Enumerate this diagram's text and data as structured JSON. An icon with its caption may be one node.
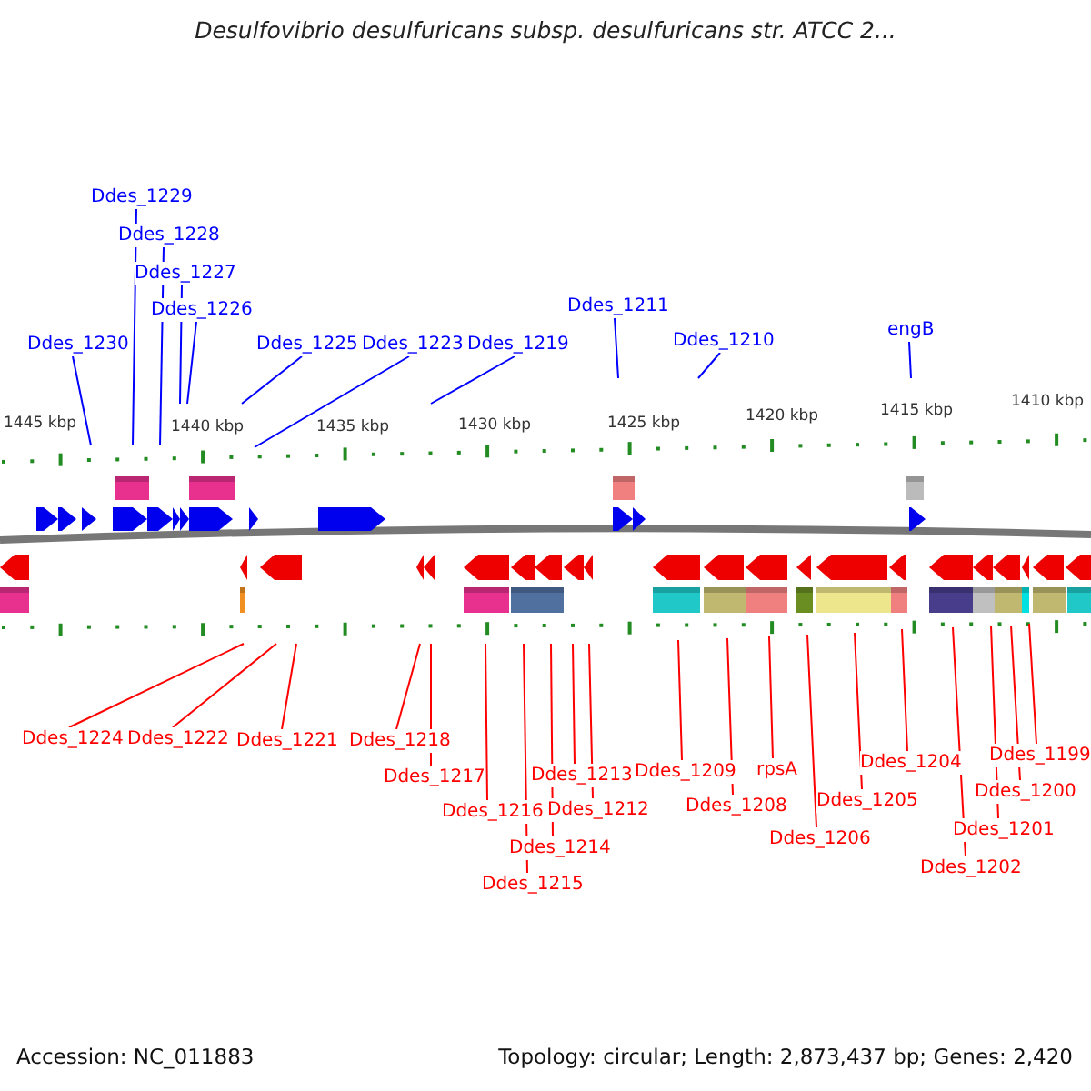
{
  "diagram": {
    "title": "Desulfovibrio desulfuricans subsp. desulfuricans str. ATCC 2...",
    "nodes": [
      {
        "text": [
          "Ddes_1229"
        ]
      },
      {
        "text": [
          "Ddes_1228"
        ]
      },
      {
        "text": [
          "Ddes_1227"
        ]
      },
      {
        "text": [
          "Ddes_1226"
        ]
      },
      {
        "text": [
          "Ddes_1230"
        ]
      },
      {
        "text": [
          "Ddes_1225"
        ]
      },
      {
        "text": [
          "Ddes_1223"
        ]
      },
      {
        "text": [
          "Ddes_1219"
        ]
      },
      {
        "text": [
          "Ddes_1211"
        ]
      },
      {
        "text": [
          "Ddes_1210"
        ]
      },
      {
        "text": [
          "engB"
        ]
      },
      {
        "text": [
          "Ddes_1224"
        ]
      },
      {
        "text": [
          "Ddes_1222"
        ]
      },
      {
        "text": [
          "Ddes_1221"
        ]
      },
      {
        "text": [
          "Ddes_1218"
        ]
      },
      {
        "text": [
          "Ddes_1217"
        ]
      },
      {
        "text": [
          "Ddes_1216"
        ]
      },
      {
        "text": [
          "Ddes_1215"
        ]
      },
      {
        "text": [
          "Ddes_1214"
        ]
      },
      {
        "text": [
          "Ddes_1213"
        ]
      },
      {
        "text": [
          "Ddes_1212"
        ]
      },
      {
        "text": [
          "Ddes_1209"
        ]
      },
      {
        "text": [
          "Ddes_1208"
        ]
      },
      {
        "text": [
          "rpsA"
        ]
      },
      {
        "text": [
          "Ddes_1206"
        ]
      },
      {
        "text": [
          "Ddes_1205"
        ]
      },
      {
        "text": [
          "Ddes_1204"
        ]
      },
      {
        "text": [
          "Ddes_1202"
        ]
      },
      {
        "text": [
          "Ddes_1201"
        ]
      },
      {
        "text": [
          "Ddes_1200"
        ]
      },
      {
        "text": [
          "Ddes_1199"
        ]
      }
    ],
    "edges": [
      {
        "from": 0,
        "to": null,
        "arrow": "none",
        "color": "#0000ff"
      },
      {
        "from": 1,
        "to": null,
        "arrow": "none",
        "color": "#0000ff"
      },
      {
        "from": 2,
        "to": null,
        "arrow": "none",
        "color": "#0000ff"
      },
      {
        "from": 3,
        "to": null,
        "arrow": "none",
        "color": "#0000ff"
      },
      {
        "from": 4,
        "to": null,
        "arrow": "none",
        "color": "#0000ff"
      },
      {
        "from": 5,
        "to": null,
        "arrow": "none",
        "color": "#0000ff"
      },
      {
        "from": 6,
        "to": null,
        "arrow": "none",
        "color": "#0000ff"
      },
      {
        "from": 7,
        "to": null,
        "arrow": "none",
        "color": "#0000ff"
      },
      {
        "from": 8,
        "to": null,
        "arrow": "none",
        "color": "#0000ff"
      },
      {
        "from": 9,
        "to": null,
        "arrow": "none",
        "color": "#0000ff"
      },
      {
        "from": 10,
        "to": null,
        "arrow": "none",
        "color": "#0000ff"
      },
      {
        "from": 11,
        "to": null,
        "arrow": "none"
      },
      {
        "from": 12,
        "to": null,
        "arrow": "none"
      },
      {
        "from": 13,
        "to": null,
        "arrow": "none"
      },
      {
        "from": 14,
        "to": null,
        "arrow": "none"
      },
      {
        "from": 15,
        "to": null,
        "arrow": "none"
      },
      {
        "from": 16,
        "to": null,
        "arrow": "none"
      },
      {
        "from": 17,
        "to": null,
        "arrow": "none"
      },
      {
        "from": 18,
        "to": null,
        "arrow": "none"
      },
      {
        "from": 19,
        "to": null,
        "arrow": "none"
      },
      {
        "from": 20,
        "to": null,
        "arrow": "none"
      },
      {
        "from": 21,
        "to": null,
        "arrow": "none"
      },
      {
        "from": 22,
        "to": null,
        "arrow": "none"
      },
      {
        "from": 23,
        "to": null,
        "arrow": "none"
      },
      {
        "from": 24,
        "to": null,
        "arrow": "none"
      },
      {
        "from": 25,
        "to": null,
        "arrow": "none"
      },
      {
        "from": 26,
        "to": null,
        "arrow": "none"
      },
      {
        "from": 27,
        "to": null,
        "arrow": "none"
      },
      {
        "from": 28,
        "to": null,
        "arrow": "none"
      },
      {
        "from": 29,
        "to": null,
        "arrow": "none"
      },
      {
        "from": 30,
        "to": null,
        "arrow": "none"
      }
    ],
    "labels": [
      "1445 kbp",
      "1440 kbp",
      "1435 kbp",
      "1430 kbp",
      "1425 kbp",
      "1420 kbp",
      "1415 kbp",
      "1410 kbp",
      "Accession: NC_011883",
      "Topology: circular; Length: 2,873,437 bp; Genes: 2,420"
    ]
  }
}
